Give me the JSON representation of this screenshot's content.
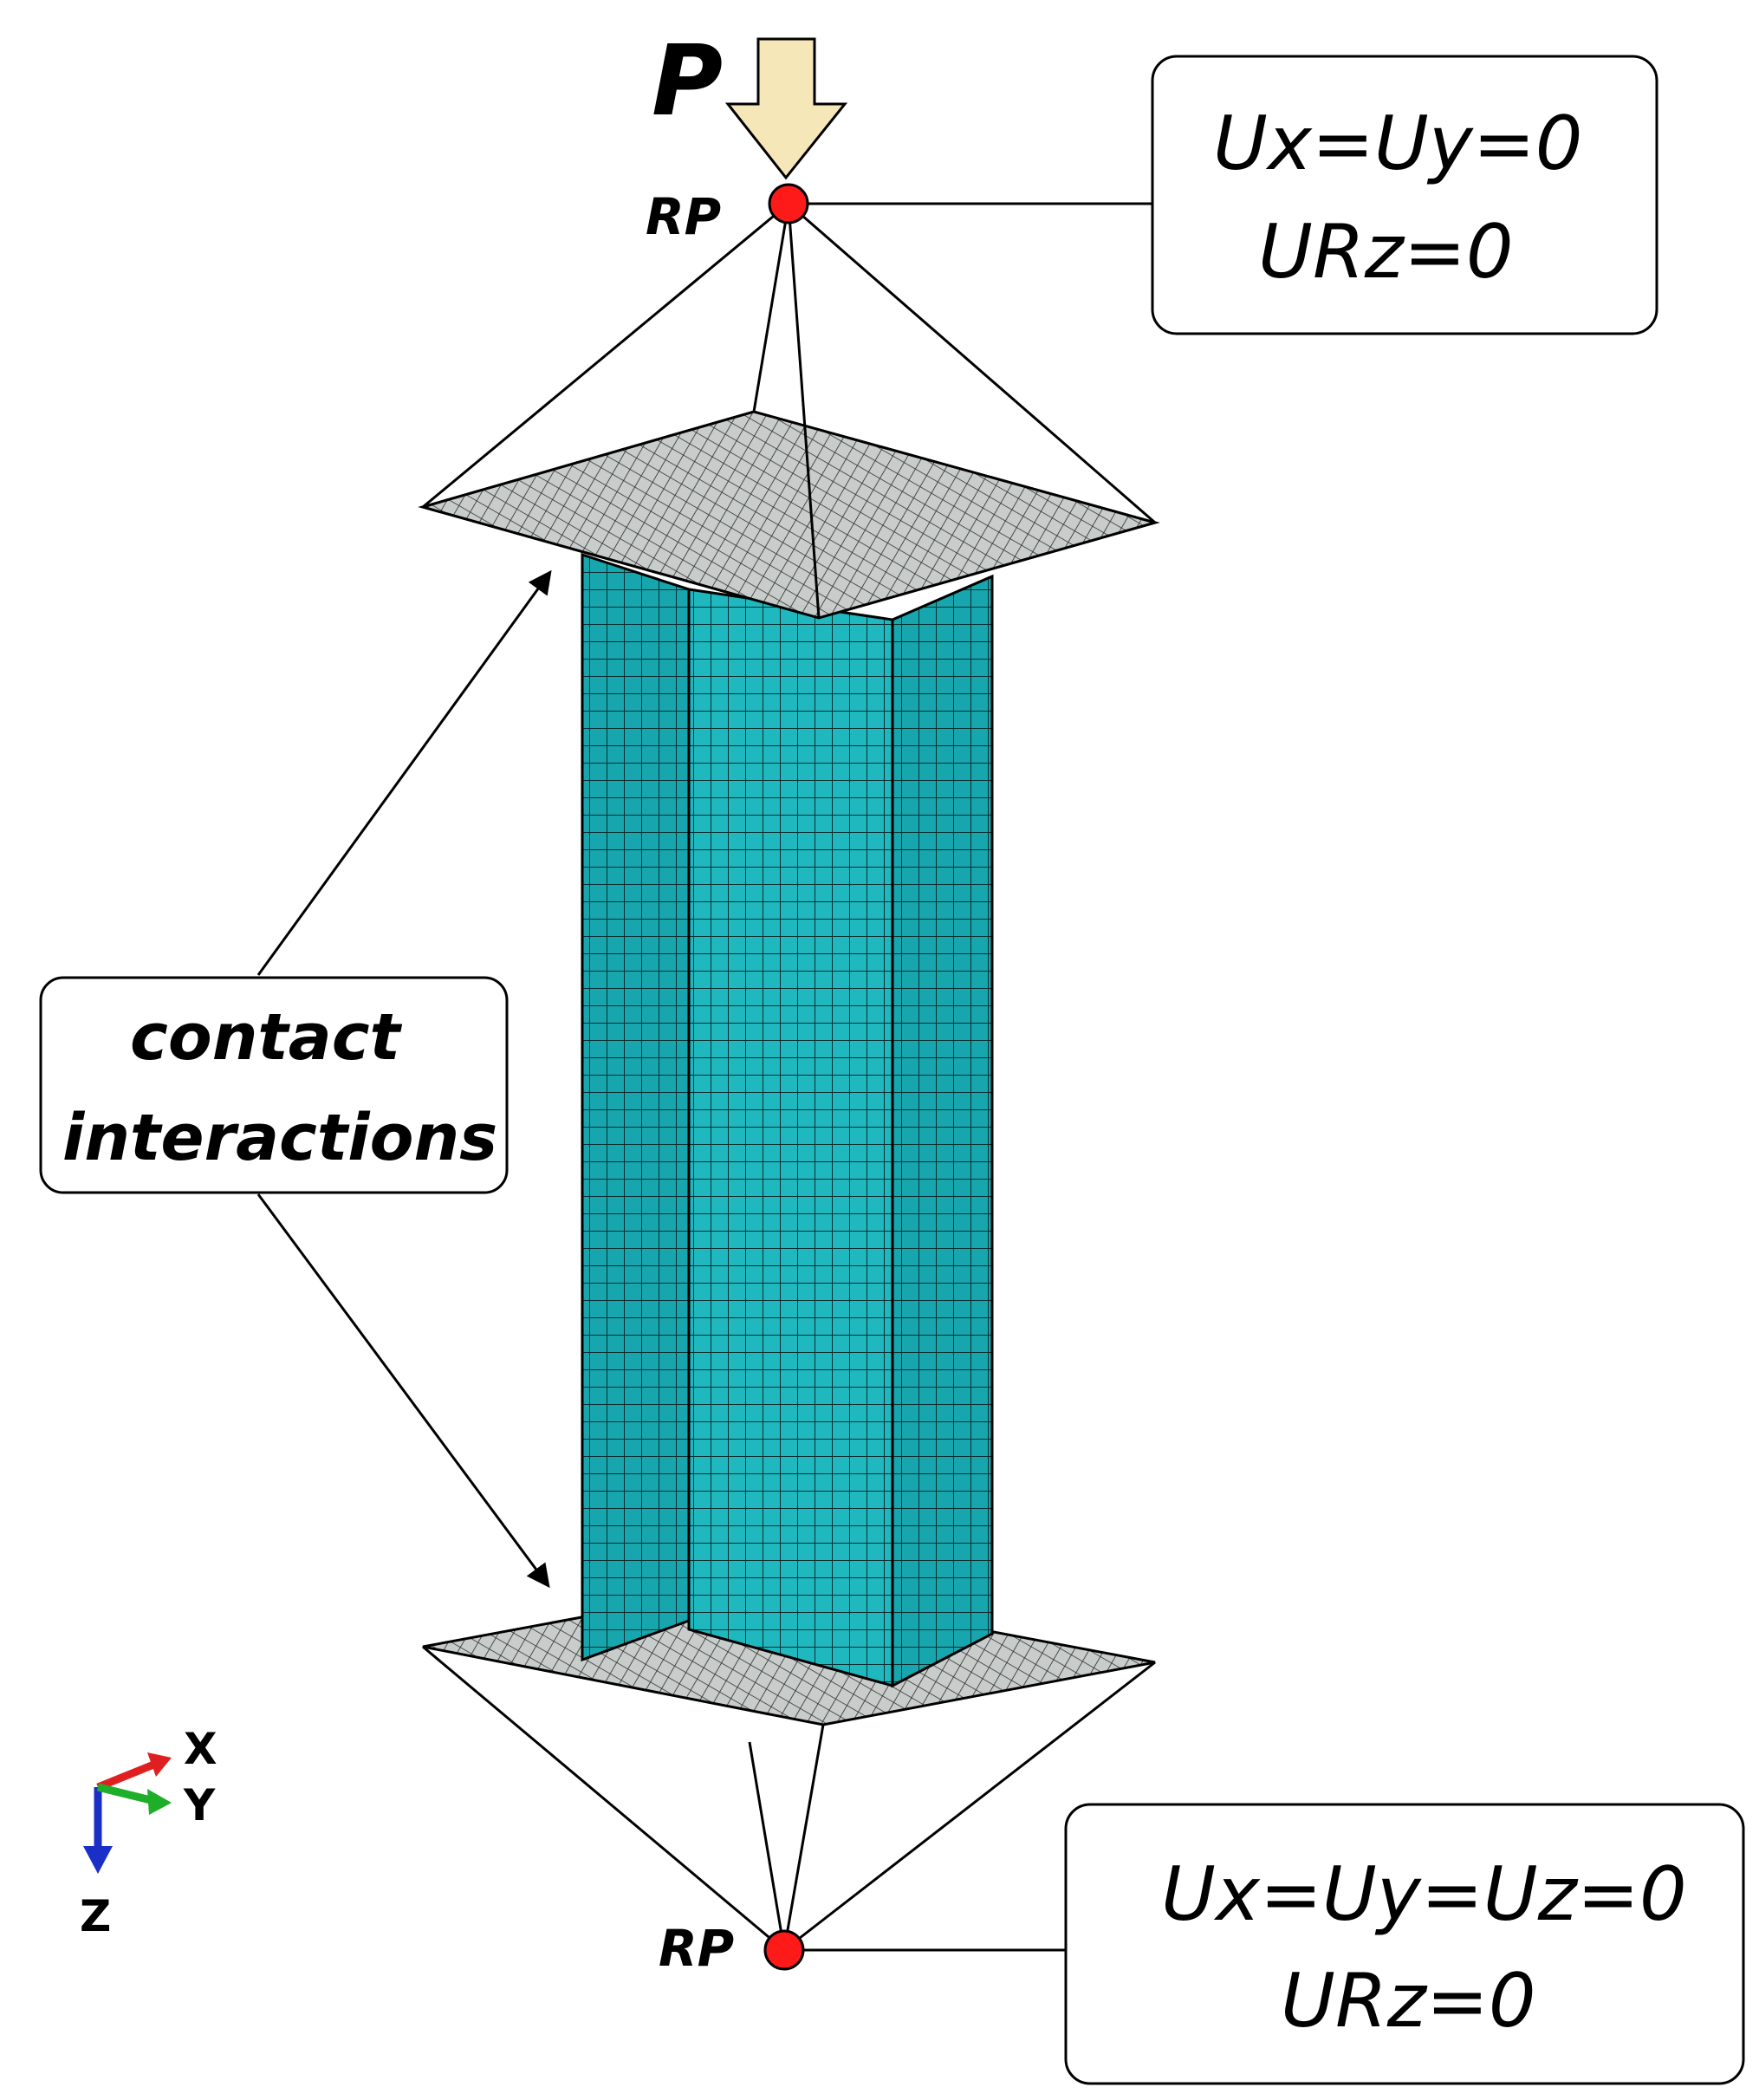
{
  "load": {
    "label": "P"
  },
  "top_support": {
    "rp_label": "RP",
    "bc_line1": "Ux=Uy=0",
    "bc_line2": "URz=0"
  },
  "bottom_support": {
    "rp_label": "RP",
    "bc_line1": "Ux=Uy=Uz=0",
    "bc_line2": "URz=0"
  },
  "contact_label": {
    "line1": "contact",
    "line2": "interactions"
  },
  "triad": {
    "x_label": "X",
    "y_label": "Y",
    "z_label": "Z"
  },
  "colors": {
    "column": "#1fb8bf",
    "column_dark": "#139aa1",
    "plate": "#c8cdcb",
    "mesh_line": "#1a1a1a",
    "rp_point": "#ff1a1a",
    "load_arrow": "#f6e7b8",
    "axis_x": "#e02020",
    "axis_y": "#1fae2a",
    "axis_z": "#1a2fc8"
  }
}
